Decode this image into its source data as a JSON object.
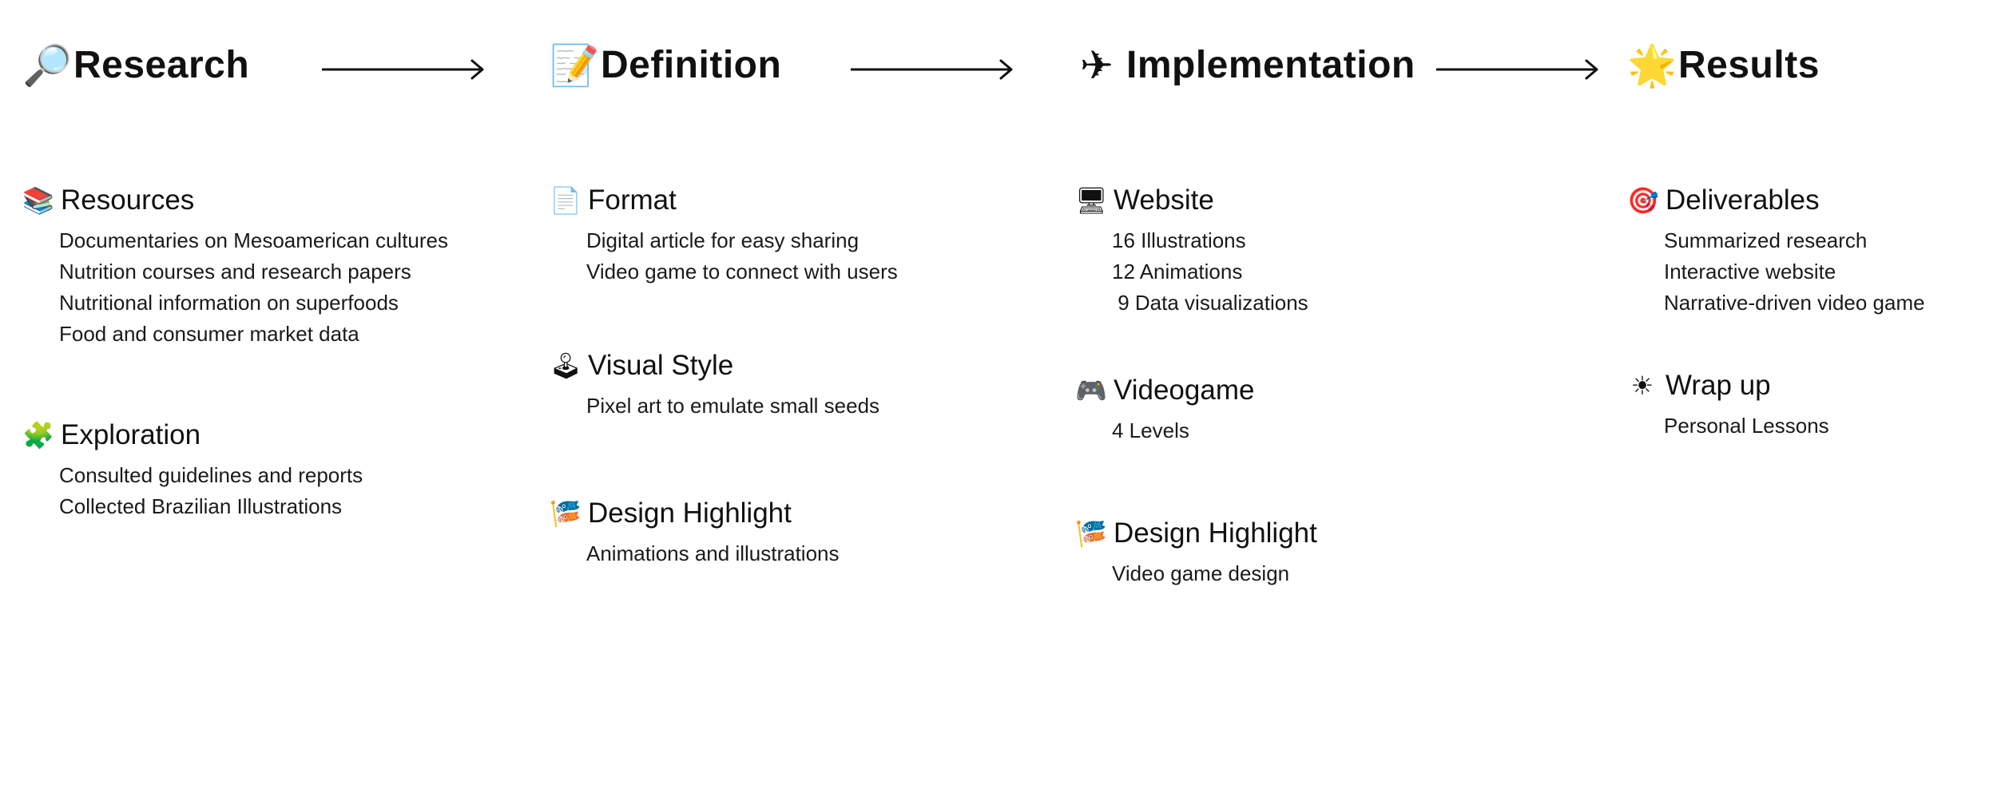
{
  "phases": [
    {
      "icon": "magnifier-icon",
      "icon_glyph": "🔎",
      "title": "Research",
      "sections": [
        {
          "icon": "books-icon",
          "icon_glyph": "📚",
          "title": "Resources",
          "items": [
            "Documentaries on Mesoamerican cultures",
            "Nutrition courses and research papers",
            "Nutritional information on superfoods",
            "Food and consumer market data"
          ]
        },
        {
          "icon": "puzzle-icon",
          "icon_glyph": "🧩",
          "title": "Exploration",
          "items": [
            "Consulted guidelines and reports",
            "Collected Brazilian Illustrations"
          ]
        }
      ]
    },
    {
      "icon": "memo-icon",
      "icon_glyph": "📝",
      "title": "Definition",
      "sections": [
        {
          "icon": "document-icon",
          "icon_glyph": "📄",
          "title": "Format",
          "items": [
            "Digital article for easy sharing",
            "Video game to connect with users"
          ]
        },
        {
          "icon": "joystick-icon",
          "icon_glyph": "🕹",
          "title": "Visual Style",
          "items": [
            "Pixel art to emulate small seeds"
          ]
        },
        {
          "icon": "carp-streamer-icon",
          "icon_glyph": "🎏",
          "title": "Design Highlight",
          "items": [
            "Animations and illustrations"
          ]
        }
      ]
    },
    {
      "icon": "airplane-icon",
      "icon_glyph": "✈",
      "title": "Implementation",
      "sections": [
        {
          "icon": "desktop-computer-icon",
          "icon_glyph": "🖥",
          "title": "Website",
          "items": [
            "16 Illustrations",
            "12 Animations",
            " 9 Data visualizations"
          ]
        },
        {
          "icon": "gamepad-icon",
          "icon_glyph": "🎮",
          "title": "Videogame",
          "items": [
            "4 Levels"
          ]
        },
        {
          "icon": "carp-streamer-icon",
          "icon_glyph": "🎏",
          "title": "Design Highlight",
          "items": [
            "Video game design"
          ]
        }
      ]
    },
    {
      "icon": "glowing-star-icon",
      "icon_glyph": "🌟",
      "title": "Results",
      "sections": [
        {
          "icon": "target-icon",
          "icon_glyph": "🎯",
          "title": "Deliverables",
          "items": [
            "Summarized research",
            "Interactive website",
            "Narrative-driven video game"
          ]
        },
        {
          "icon": "sun-icon",
          "icon_glyph": "☀",
          "title": "Wrap up",
          "items": [
            "Personal Lessons"
          ]
        }
      ]
    }
  ],
  "colors": {
    "text": "#111111",
    "arrow": "#111111",
    "background": "#ffffff"
  }
}
